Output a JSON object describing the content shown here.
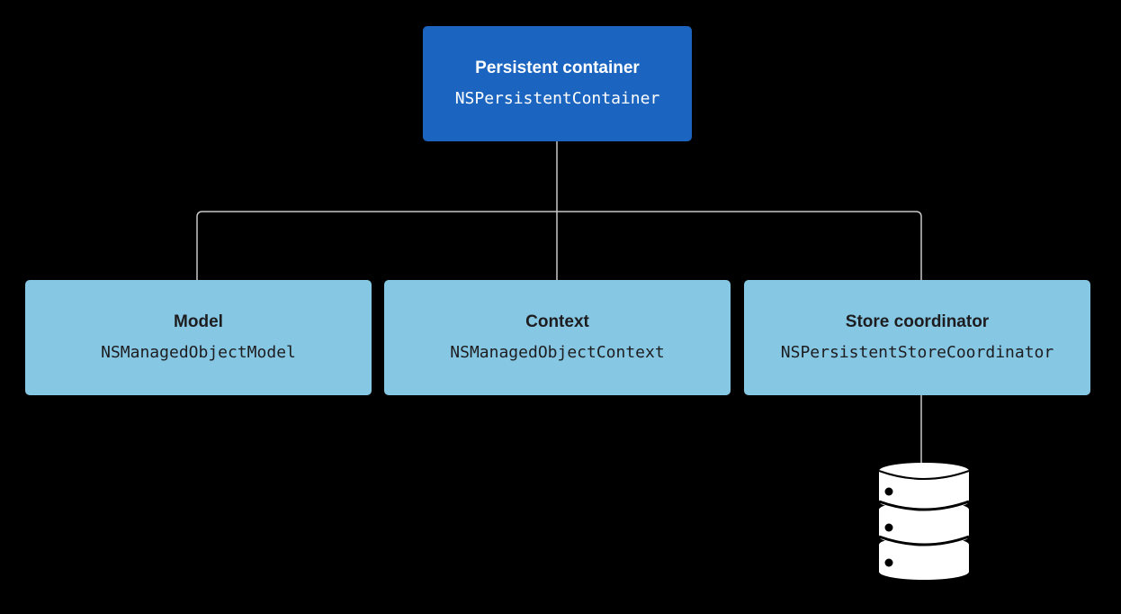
{
  "colors": {
    "background": "#000000",
    "container_fill": "#1b64bf",
    "component_fill": "#86c7e4",
    "connector": "#c8c8c8",
    "database": "#ffffff"
  },
  "nodes": {
    "container": {
      "title": "Persistent container",
      "class_name": "NSPersistentContainer"
    },
    "model": {
      "title": "Model",
      "class_name": "NSManagedObjectModel"
    },
    "context": {
      "title": "Context",
      "class_name": "NSManagedObjectContext"
    },
    "coordinator": {
      "title": "Store coordinator",
      "class_name": "NSPersistentStoreCoordinator"
    }
  },
  "icons": {
    "database": "database-icon"
  }
}
